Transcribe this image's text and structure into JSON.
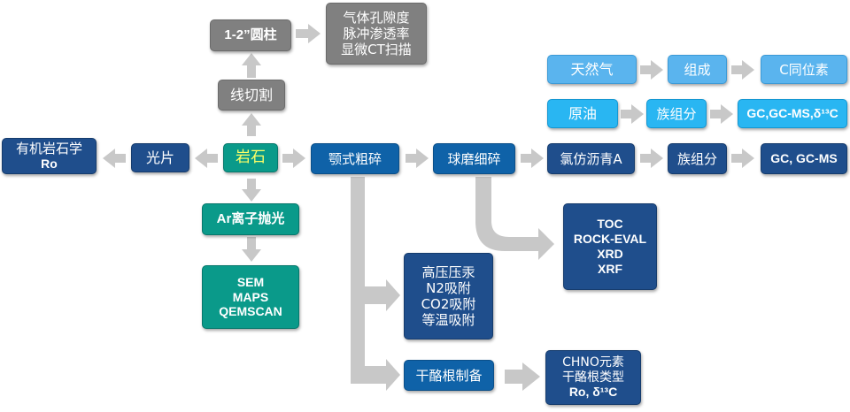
{
  "nodes": {
    "organic_petrology": [
      "有机岩石学",
      "Ro"
    ],
    "thin_section": "光片",
    "rock": "岩石",
    "cutting": "线切割",
    "core_plug": "1-2”圆柱",
    "porosity_tests": [
      "气体孔隙度",
      "脉冲渗透率",
      "显微CT扫描"
    ],
    "ar_polish": "Ar离子抛光",
    "sem_tests": [
      "SEM",
      "MAPS",
      "QEMSCAN"
    ],
    "jaw_crush": "颚式粗碎",
    "ball_mill": "球磨细碎",
    "chloroform_bitumen": "氯仿沥青A",
    "group_fraction_3": "族组分",
    "gcms_3": "GC, GC-MS",
    "geochem_tests": [
      "TOC",
      "ROCK-EVAL",
      "XRD",
      "XRF"
    ],
    "adsorption_tests": [
      "高压压汞",
      "N2吸附",
      "CO2吸附",
      "等温吸附"
    ],
    "kerogen_prep": "干酪根制备",
    "kerogen_tests": [
      "CHNO元素",
      "干酪根类型",
      "Ro, δ¹³C"
    ],
    "natural_gas": "天然气",
    "composition": "组成",
    "c_isotope": "C同位素",
    "crude_oil": "原油",
    "group_fraction_2": "族组分",
    "gcms_2": "GC,GC-MS,δ¹³C"
  },
  "colors": {
    "navy": "#1f4e8c",
    "blue": "#0f62a8",
    "teal": "#0a9a8a",
    "gray": "#808080",
    "sky": "#5ab4ee",
    "cyan": "#29b6f2",
    "arrow": "#c8c8c8",
    "rock_text": "#ffff66"
  }
}
